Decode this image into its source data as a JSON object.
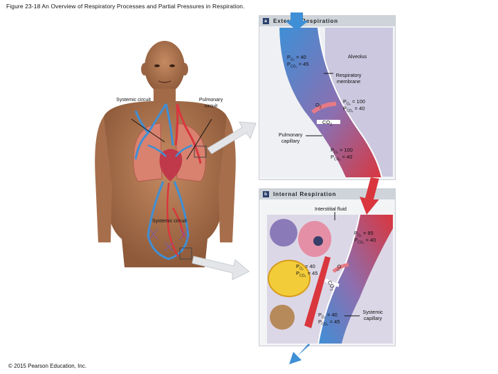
{
  "title": "Figure 23-18 An Overview of Respiratory Processes and Partial Pressures in Respiration.",
  "copyright": "© 2015 Pearson Education, Inc.",
  "panel_a": {
    "badge": "a",
    "header": "External Respiration",
    "alveolus": "Alveolus",
    "respiratory_membrane": "Respiratory membrane",
    "pulmonary_capillary": "Pulmonary capillary",
    "p_top_o2": "= 40",
    "p_top_co2": "= 45",
    "p_alv_o2": "= 100",
    "p_alv_co2": "= 40",
    "p_cap_o2": "= 100",
    "p_cap_co2": "= 40",
    "gas_o2": "O",
    "gas_co2": "CO"
  },
  "panel_b": {
    "badge": "b",
    "header": "Internal Respiration",
    "interstitial_fluid": "Interstitial fluid",
    "systemic_capillary": "Systemic capillary",
    "p_art_o2": "= 95",
    "p_art_co2": "= 40",
    "p_tis_o2": "= 40",
    "p_tis_co2": "= 45",
    "p_ven_o2": "= 40",
    "p_ven_co2": "= 45",
    "gas_o2": "O",
    "gas_co2": "CO"
  },
  "body": {
    "systemic_circuit_top": "Systemic circuit",
    "pulmonary_circuit": "Pulmonary circuit",
    "systemic_circuit_bottom": "Systemic circuit"
  },
  "colors": {
    "oxygenated": "#d9363e",
    "deoxygenated": "#3f8fd6",
    "skin": "#b07a56",
    "header_bg": "#cfd4da"
  }
}
